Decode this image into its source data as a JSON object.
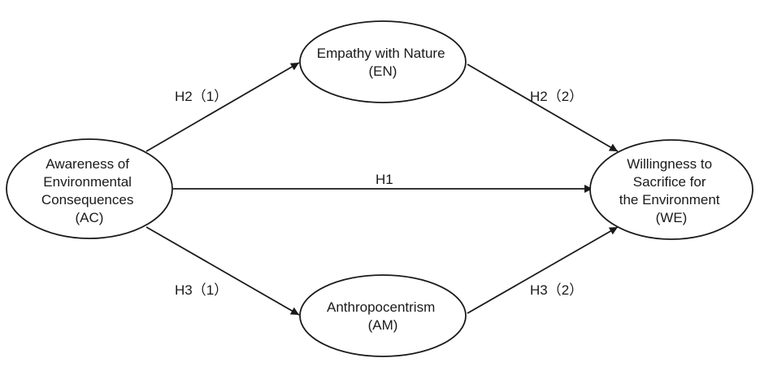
{
  "nodes": {
    "ac": {
      "lines": [
        "Awareness of",
        "Environmental",
        "Consequences",
        "(AC)"
      ]
    },
    "en": {
      "lines": [
        "Empathy with Nature",
        "(EN)"
      ]
    },
    "am": {
      "lines": [
        "Anthropocentrism",
        "(AM)"
      ]
    },
    "we": {
      "lines": [
        "Willingness to",
        "Sacrifice for",
        "the Environment",
        "(WE)"
      ]
    }
  },
  "edges": {
    "ac_en": {
      "label": "H2（1）"
    },
    "en_we": {
      "label": "H2（2）"
    },
    "ac_we": {
      "label": "H1"
    },
    "ac_am": {
      "label": "H3（1）"
    },
    "am_we": {
      "label": "H3（2）"
    }
  },
  "colors": {
    "stroke": "#1a1a1a",
    "fill": "#ffffff"
  }
}
